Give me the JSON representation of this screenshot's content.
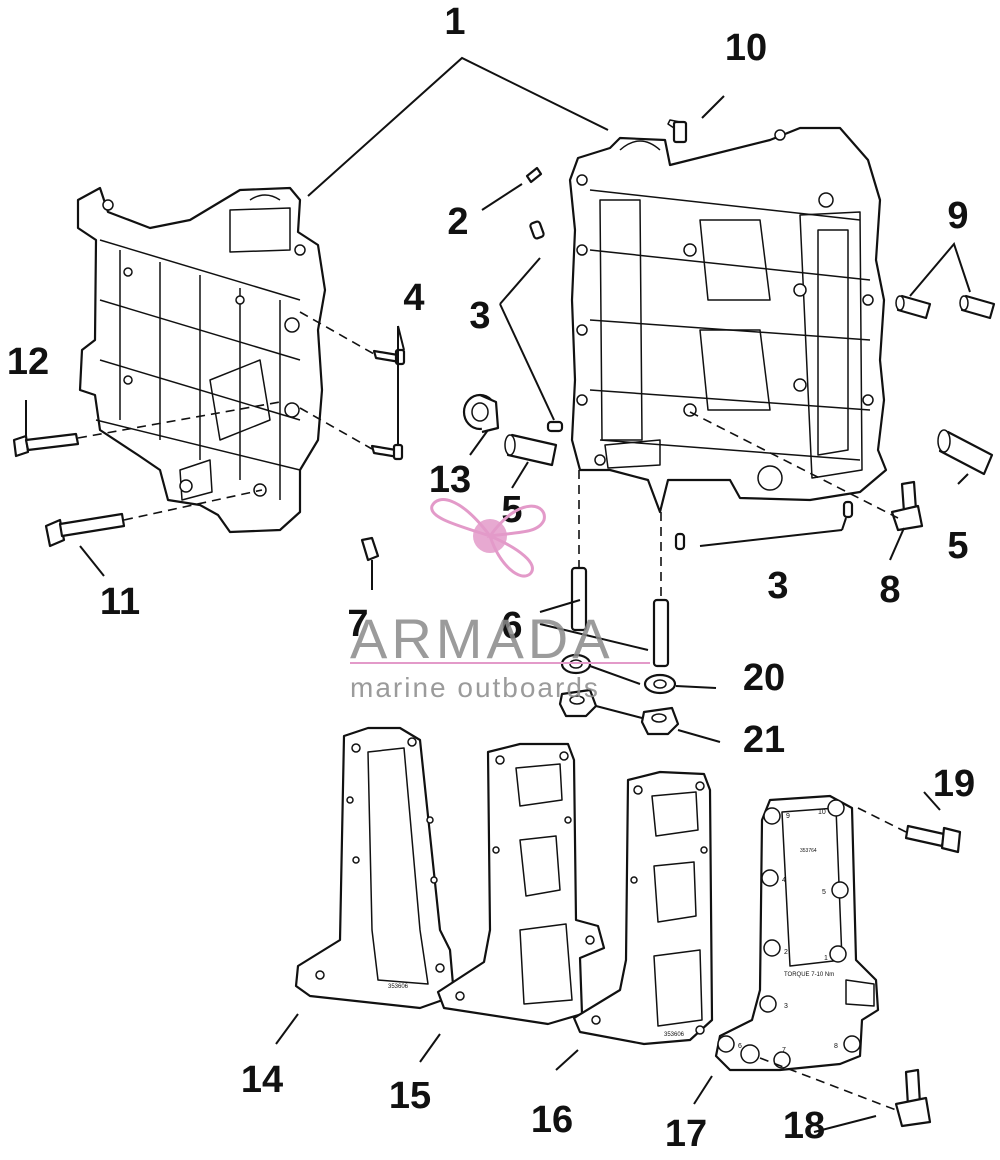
{
  "callouts": [
    "1",
    "2",
    "3",
    "3",
    "4",
    "5",
    "5",
    "6",
    "7",
    "8",
    "9",
    "10",
    "11",
    "12",
    "13",
    "14",
    "15",
    "16",
    "17",
    "18",
    "19",
    "20",
    "21"
  ],
  "gasket_stamps": {
    "g14": "353606",
    "g15": "",
    "g16": "353606",
    "g17": "353764"
  },
  "cover_bolt_numbers": [
    "9",
    "10",
    "4",
    "5",
    "2",
    "1",
    "3",
    "7",
    "8",
    "6"
  ],
  "cover_torque_text": "TORQUE 7-10 Nm",
  "watermark": {
    "brand": "ARMADA",
    "tagline": "marine outboards",
    "accent_color": "#e39ac9",
    "text_color": "#8a8a8a"
  },
  "colors": {
    "line": "#111111",
    "background": "#ffffff"
  }
}
